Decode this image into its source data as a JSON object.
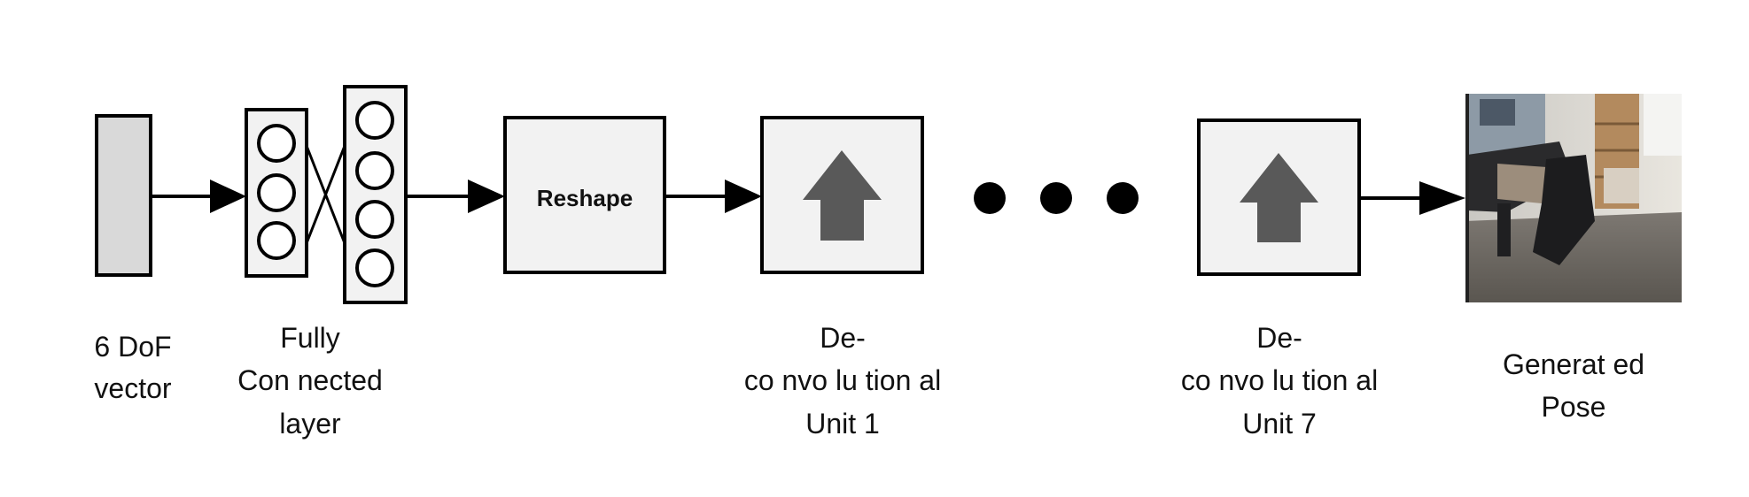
{
  "colors": {
    "stroke": "#000000",
    "input_fill": "#d9d9d9",
    "box_fill": "#f2f2f2",
    "arrow_icon": "#595959"
  },
  "nodes": {
    "input": {
      "label_lines": [
        "6 DoF",
        "vector"
      ]
    },
    "fc": {
      "label_lines": [
        "Fully",
        "Con nected",
        "layer"
      ]
    },
    "reshape": {
      "box_text": "Reshape"
    },
    "deconv1": {
      "label_lines": [
        "De-",
        "co nvo lu tion al",
        "Unit 1"
      ]
    },
    "deconv7": {
      "label_lines": [
        "De-",
        "co nvo lu tion al",
        "Unit 7"
      ]
    },
    "output": {
      "label_lines": [
        "Generat ed",
        "Pose"
      ]
    }
  },
  "icons": {
    "upsample": "up-arrow-icon",
    "ellipsis": "ellipsis-dots-icon",
    "output_image": "room-photo-icon"
  }
}
